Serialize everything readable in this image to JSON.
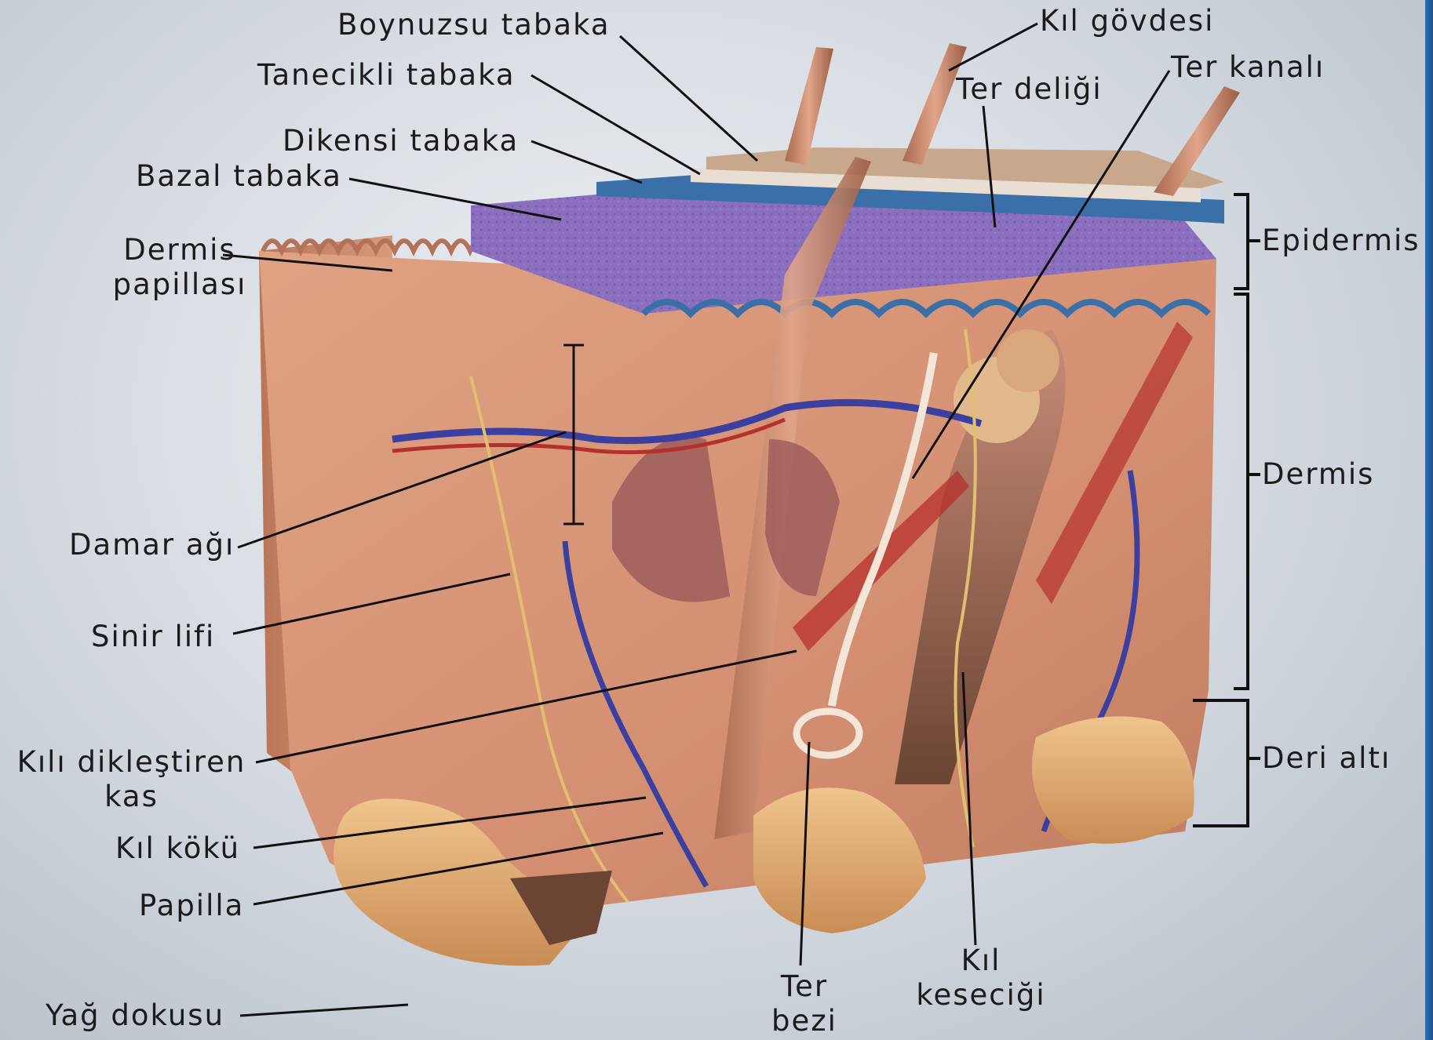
{
  "labels": {
    "boynuzsu": "Boynuzsu tabaka",
    "tanecikli": "Tanecikli tabaka",
    "dikensi": "Dikensi tabaka",
    "bazal": "Bazal tabaka",
    "dermis_papillasi_1": "Dermis",
    "dermis_papillasi_2": "papillası",
    "damar_agi": "Damar ağı",
    "sinir_lifi": "Sinir lifi",
    "kili_diklestiren_1": "Kılı dikleştiren",
    "kili_diklestiren_2": "kas",
    "kil_koku": "Kıl kökü",
    "papilla": "Papilla",
    "yag_dokusu": "Yağ dokusu",
    "ter_bezi_1": "Ter",
    "ter_bezi_2": "bezi",
    "kil_kesecigi_1": "Kıl",
    "kil_kesecigi_2": "keseciği",
    "kil_govdesi": "Kıl gövdesi",
    "ter_deligi": "Ter deliği",
    "ter_kanali": "Ter kanalı",
    "epidermis": "Epidermis",
    "dermis": "Dermis",
    "deri_alti": "Deri altı"
  },
  "colors": {
    "dermis_tissue": "#d9977a",
    "epidermis_purple": "#8a6fbf",
    "basal_blue": "#3b6fa8",
    "stratum_corneum": "#c7a88c",
    "fat": "#e8b27a",
    "vein_blue": "#3a3fa0",
    "artery_red": "#b5302c",
    "nerve_yellow": "#e0c070",
    "label_text": "#1b1b1b"
  }
}
